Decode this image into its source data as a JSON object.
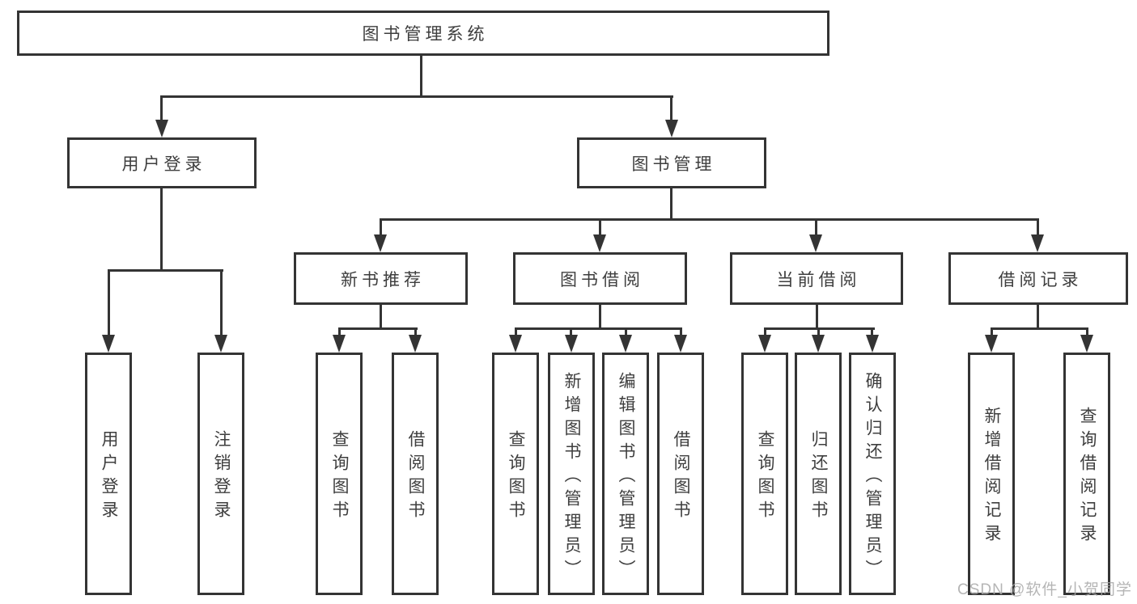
{
  "diagram_title": "图书管理系统",
  "tree": {
    "root": {
      "label": "图书管理系统"
    },
    "branches": [
      {
        "key": "user-login",
        "label": "用户登录",
        "children": [
          {
            "key": "user-login-action",
            "label": "用户登录"
          },
          {
            "key": "logout",
            "label": "注销登录"
          }
        ]
      },
      {
        "key": "book-management",
        "label": "图书管理",
        "groups": [
          {
            "key": "new-book-recommend",
            "label": "新书推荐",
            "children": [
              {
                "key": "query-books",
                "label": "查询图书"
              },
              {
                "key": "borrow-books",
                "label": "借阅图书"
              }
            ]
          },
          {
            "key": "book-borrowing",
            "label": "图书借阅",
            "children": [
              {
                "key": "query-books",
                "label": "查询图书"
              },
              {
                "key": "add-books-admin",
                "label": "新增图书（管理员）"
              },
              {
                "key": "edit-books-admin",
                "label": "编辑图书（管理员）"
              },
              {
                "key": "borrow-books",
                "label": "借阅图书"
              }
            ]
          },
          {
            "key": "current-borrowing",
            "label": "当前借阅",
            "children": [
              {
                "key": "query-books",
                "label": "查询图书"
              },
              {
                "key": "return-books",
                "label": "归还图书"
              },
              {
                "key": "confirm-return-admin",
                "label": "确认归还（管理员）"
              }
            ]
          },
          {
            "key": "borrowing-records",
            "label": "借阅记录",
            "children": [
              {
                "key": "add-borrow-record",
                "label": "新增借阅记录"
              },
              {
                "key": "query-borrow-record",
                "label": "查询借阅记录"
              }
            ]
          }
        ]
      }
    ]
  },
  "watermark": "CSDN @软件_小贺同学",
  "colors": {
    "background": "#ffffff",
    "line": "#343434",
    "box_border": "#343434",
    "text": "#3e3e3e",
    "watermark": "#a9a9a9"
  }
}
